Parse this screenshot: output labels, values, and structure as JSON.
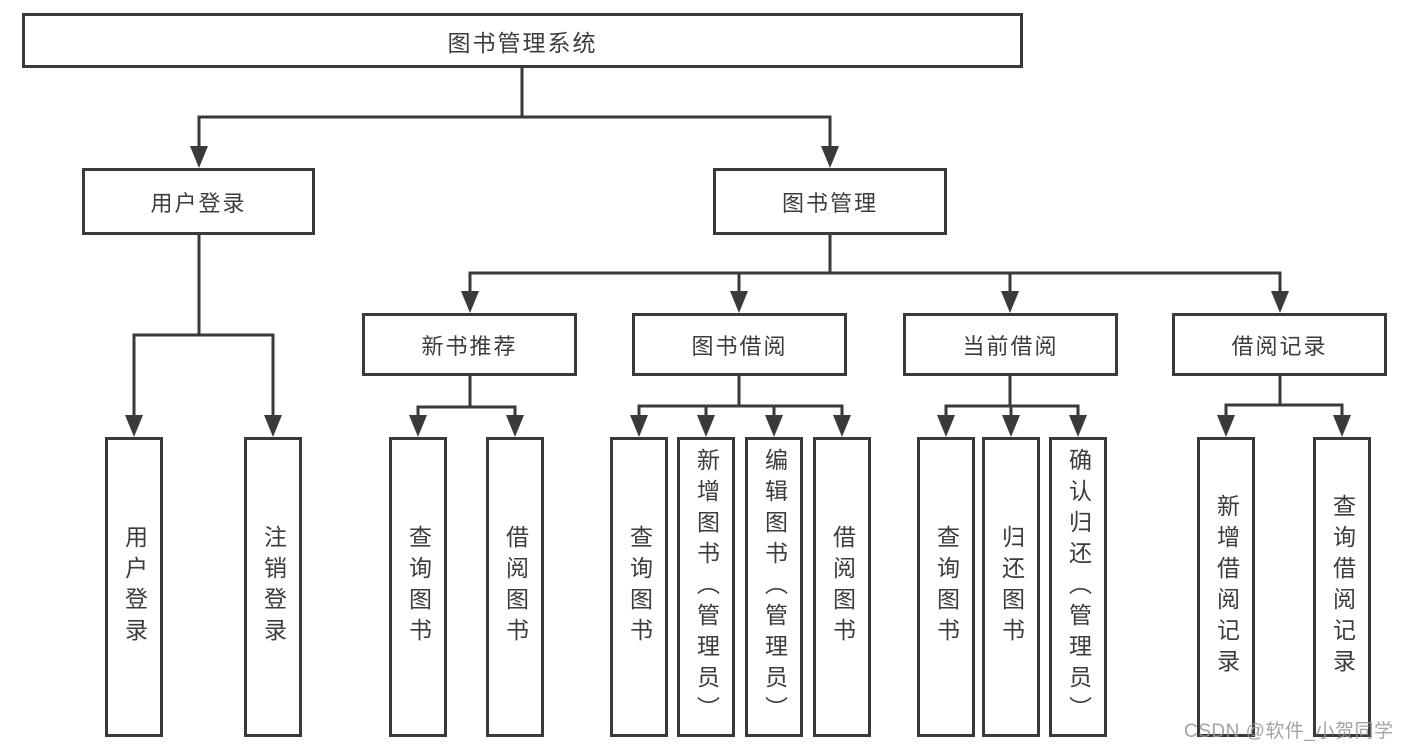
{
  "diagram": {
    "root": "图书管理系统",
    "l2": {
      "login": "用户登录",
      "mgmt": "图书管理"
    },
    "l3": {
      "newbook": "新书推荐",
      "borrow": "图书借阅",
      "current": "当前借阅",
      "records": "借阅记录"
    },
    "leaves": {
      "login": [
        "用户登录",
        "注销登录"
      ],
      "newbook": [
        "查询图书",
        "借阅图书"
      ],
      "borrow": [
        "查询图书",
        "新增图书（管理员）",
        "编辑图书（管理员）",
        "借阅图书"
      ],
      "current": [
        "查询图书",
        "归还图书",
        "确认归还（管理员）"
      ],
      "records": [
        "新增借阅记录",
        "查询借阅记录"
      ]
    },
    "watermark": "CSDN @软件_小贺同学",
    "colors": {
      "line": "#3a3a3a",
      "text": "#3c3c3c",
      "box_background": "#ffffff",
      "page_background": "#ffffff",
      "watermark": "#969696"
    }
  }
}
